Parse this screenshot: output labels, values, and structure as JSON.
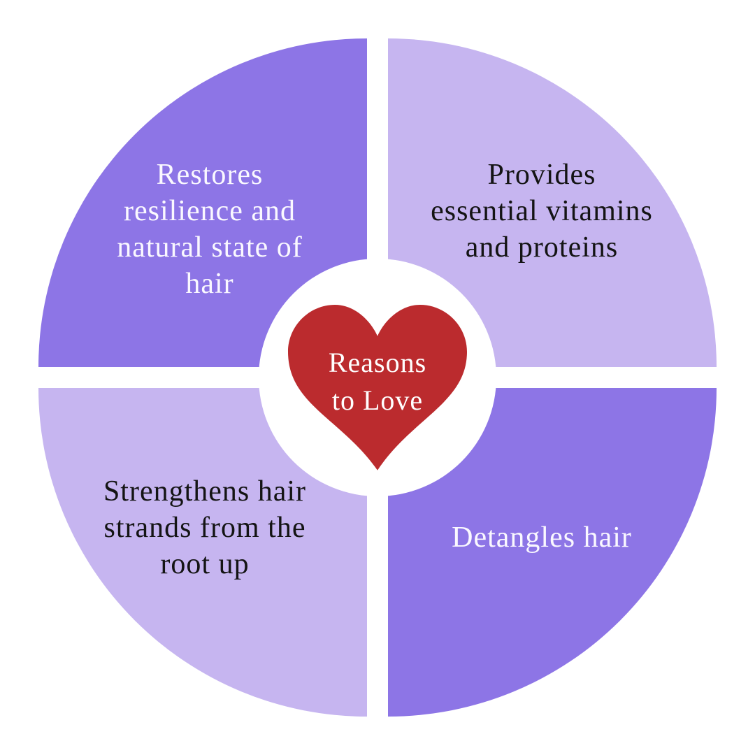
{
  "title": "Reasons to Love infographic",
  "center_heart": {
    "line1": "Reasons",
    "line2": "to Love"
  },
  "quadrants": {
    "top_left": {
      "lines": [
        "Restores",
        "resilience and",
        "natural state of",
        "hair"
      ]
    },
    "top_right": {
      "lines": [
        "Provides",
        "essential vitamins",
        "and proteins"
      ]
    },
    "bottom_left": {
      "lines": [
        "Strengthens hair",
        "strands from the",
        "root up"
      ]
    },
    "bottom_right": {
      "lines": [
        "Detangles hair"
      ]
    }
  },
  "colors": {
    "dark_purple": "#8d75e6",
    "light_purple": "#c6b5f0",
    "heart_red": "#bb2b2e",
    "text_light": "#faf8ff",
    "text_dark": "#141414",
    "background": "#ffffff"
  }
}
